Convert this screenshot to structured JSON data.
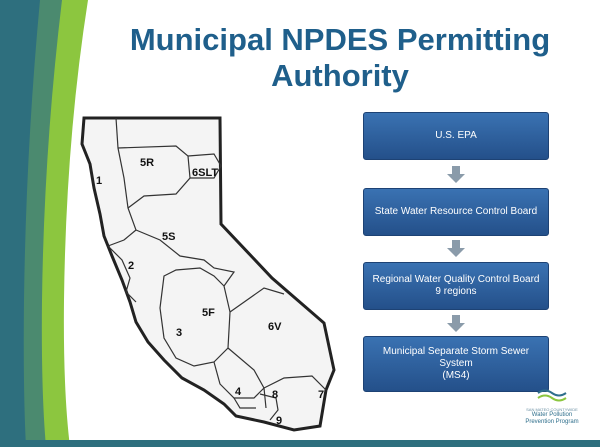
{
  "title": {
    "line1": "Municipal NPDES Permitting",
    "line2": "Authority"
  },
  "map": {
    "regions": [
      "1",
      "2",
      "3",
      "4",
      "5R",
      "5S",
      "5F",
      "6SLT",
      "6V",
      "7",
      "8",
      "9"
    ]
  },
  "flowchart": {
    "boxes": [
      {
        "lines": [
          "U.S. EPA"
        ]
      },
      {
        "lines": [
          "State Water Resource Control Board"
        ]
      },
      {
        "lines": [
          "Regional Water Quality Control Board",
          "9 regions"
        ]
      },
      {
        "lines": [
          "Municipal Separate Storm Sewer",
          "System",
          "(MS4)"
        ]
      }
    ]
  },
  "logo": {
    "small": "SAN MATEO COUNTYWIDE",
    "line1": "Water Pollution",
    "line2": "Prevention Program"
  },
  "colors": {
    "title": "#1f5f8b",
    "box": "#2f62a0",
    "arrow": "#8a9baa",
    "accent_green": "#8cc63f",
    "accent_teal": "#2e6f7e"
  }
}
